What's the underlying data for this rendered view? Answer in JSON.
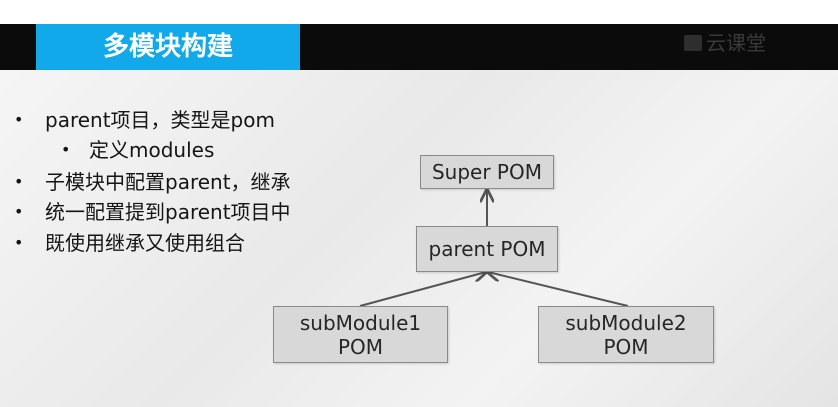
{
  "slide": {
    "title": "多模块构建",
    "watermark_text": "云课堂",
    "bullets": [
      {
        "text": "parent项目，类型是pom",
        "level": 0
      },
      {
        "text": "定义modules",
        "level": 1
      },
      {
        "text": "子模块中配置parent，继承",
        "level": 0
      },
      {
        "text": "统一配置提到parent项目中",
        "level": 0
      },
      {
        "text": "既使用继承又使用组合",
        "level": 0
      }
    ],
    "bullet_symbol": "•"
  },
  "diagram": {
    "nodes": {
      "super_pom": "Super POM",
      "parent_pom": "parent POM",
      "submodule1": "subModule1\nPOM",
      "submodule2": "subModule2\nPOM"
    }
  },
  "colors": {
    "title_accent": "#12a9ea",
    "title_bar": "#0b0b0b",
    "node_fill": "#d8d8d8",
    "node_border": "#8a8a8a",
    "arrow": "#555555"
  }
}
